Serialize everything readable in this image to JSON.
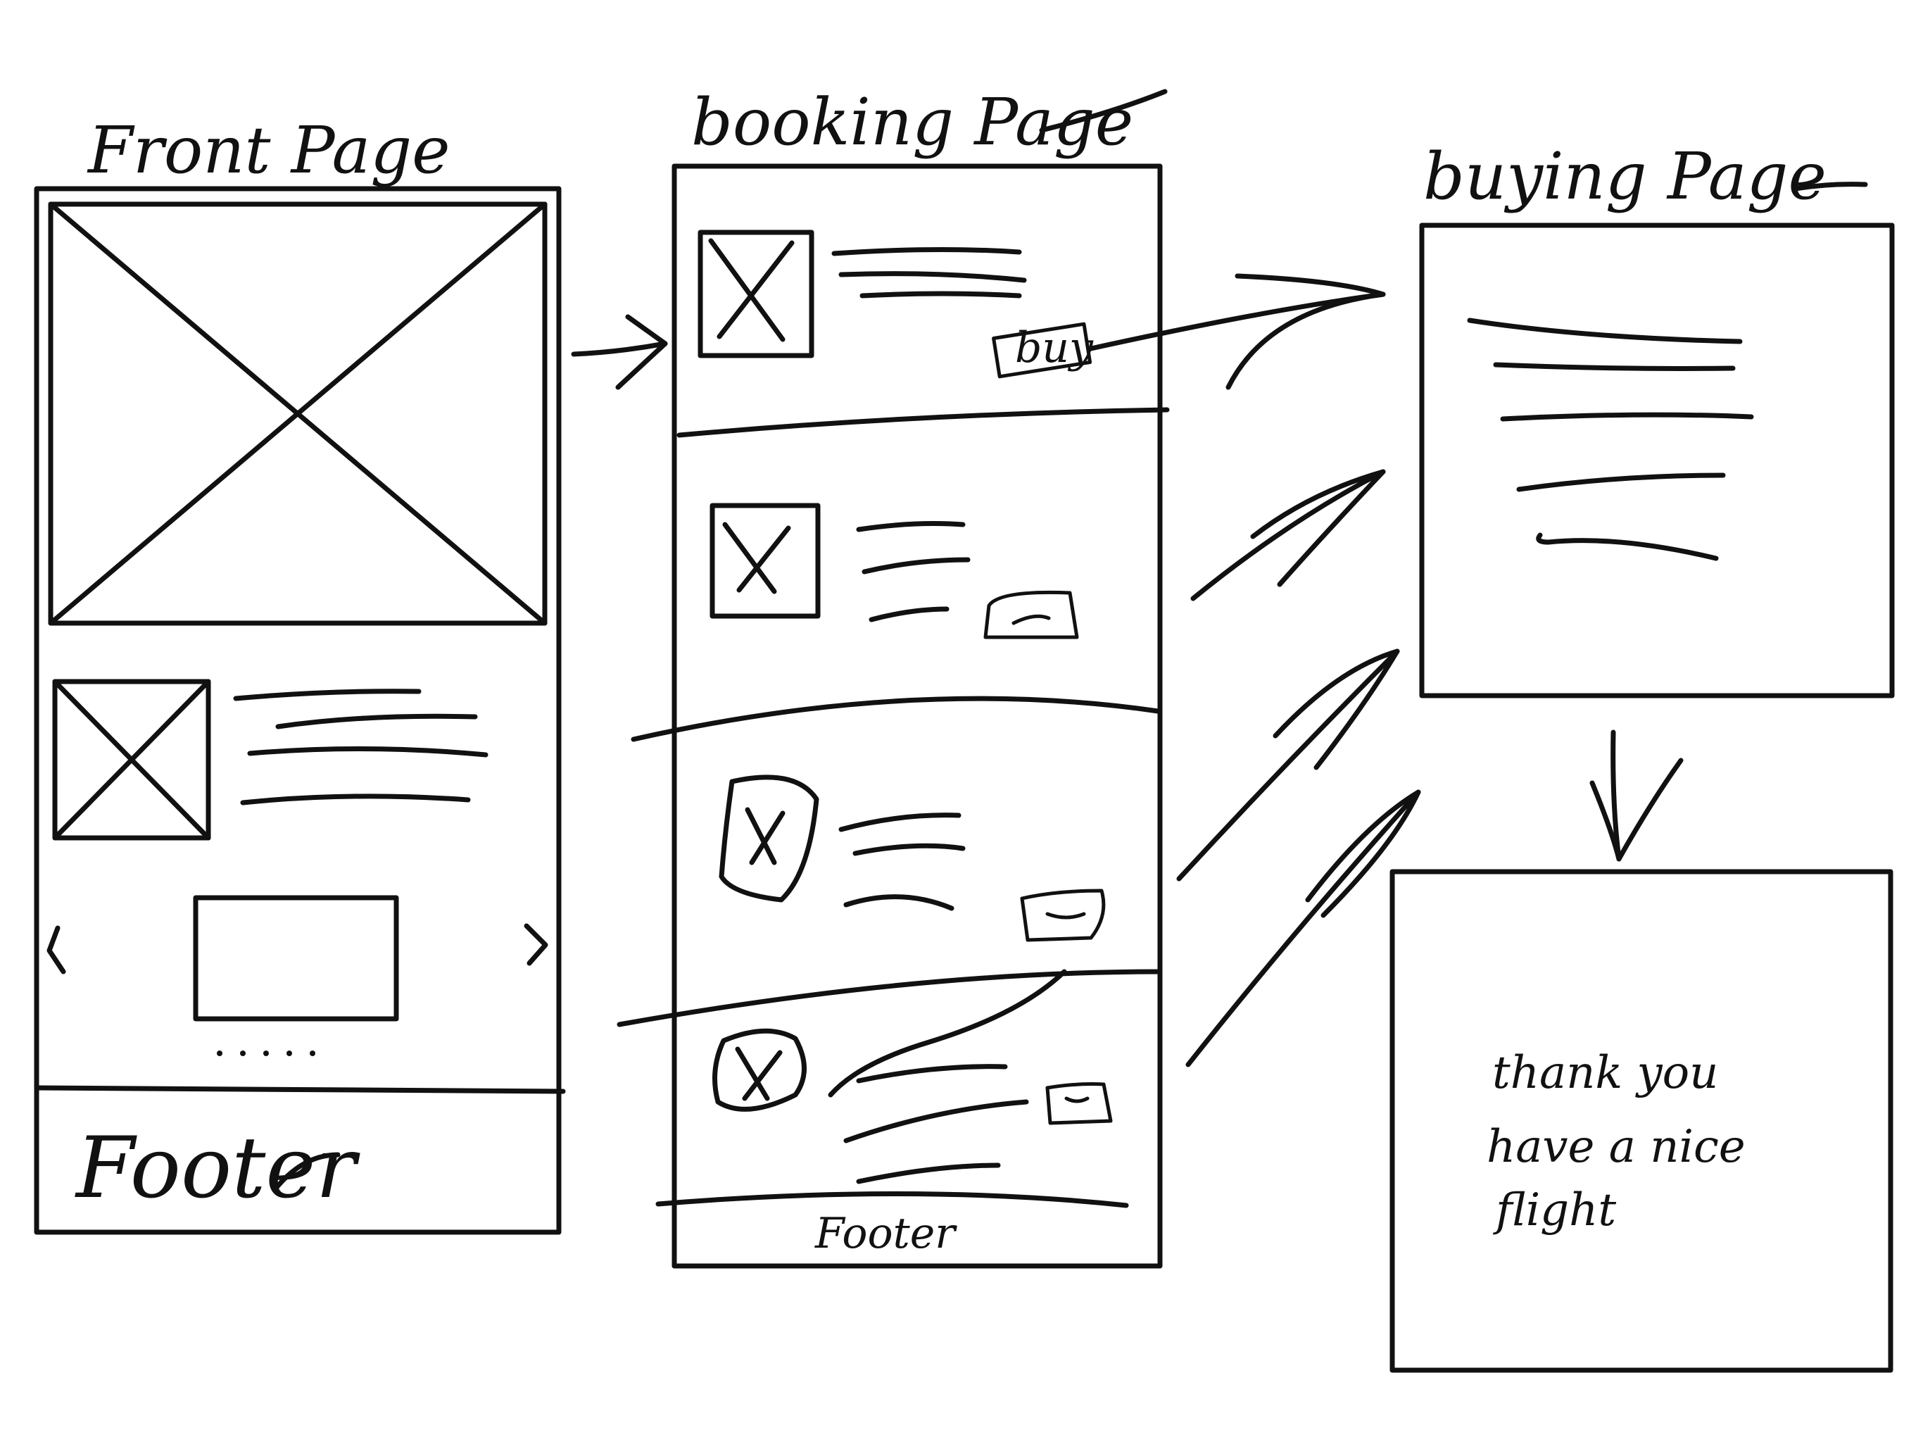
{
  "titles": {
    "front_page": "Front Page",
    "booking_page": "booking Page",
    "buying_page": "buying Page"
  },
  "front_page": {
    "footer_label": "Footer"
  },
  "booking_page": {
    "footer_label": "Footer",
    "item_button_label": "buy"
  },
  "thank_you_page": {
    "line1": "thank you",
    "line2": "have a nice",
    "line3": "flight"
  },
  "colors": {
    "ink": "#111111",
    "paper": "#ffffff"
  }
}
